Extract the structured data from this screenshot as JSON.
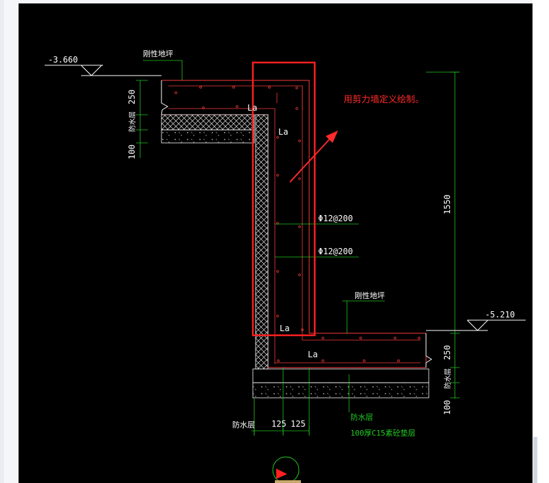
{
  "drawing": {
    "colors": {
      "background": "#000000",
      "concrete_outline": "#ff3b3b",
      "rebar": "#ff3b3b",
      "dimension": "#22cc22",
      "leader": "#22cc22",
      "label": "#ffffff",
      "highlight_box": "#ff2020",
      "annotation": "#ff2a2a",
      "hatch": "#cccccc"
    },
    "labels": {
      "elev_top": "-3.660",
      "elev_bottom": "-5.210",
      "rigid_layer_top": "刚性地坪",
      "rigid_layer_bottom": "刚性地坪",
      "waterproof_top": "防水层",
      "waterproof_bottom_left": "防水层",
      "waterproof_bottom_right": "防水层",
      "waterproof_side": "防水层",
      "cushion": "100厚C15素砼垫层",
      "la_1": "La",
      "la_2": "La",
      "la_3": "La",
      "la_4": "La",
      "rebar_1": "Φ12@200",
      "rebar_2": "Φ12@200",
      "annotation": "用剪力墙定义绘制。"
    },
    "dimensions": {
      "top_slab_thickness": "250",
      "top_cushion_thickness": "100",
      "wall_height": "1550",
      "bottom_slab_thickness": "250",
      "bottom_cushion_thickness": "100",
      "wall_half_1": "125",
      "wall_half_2": "125"
    }
  }
}
